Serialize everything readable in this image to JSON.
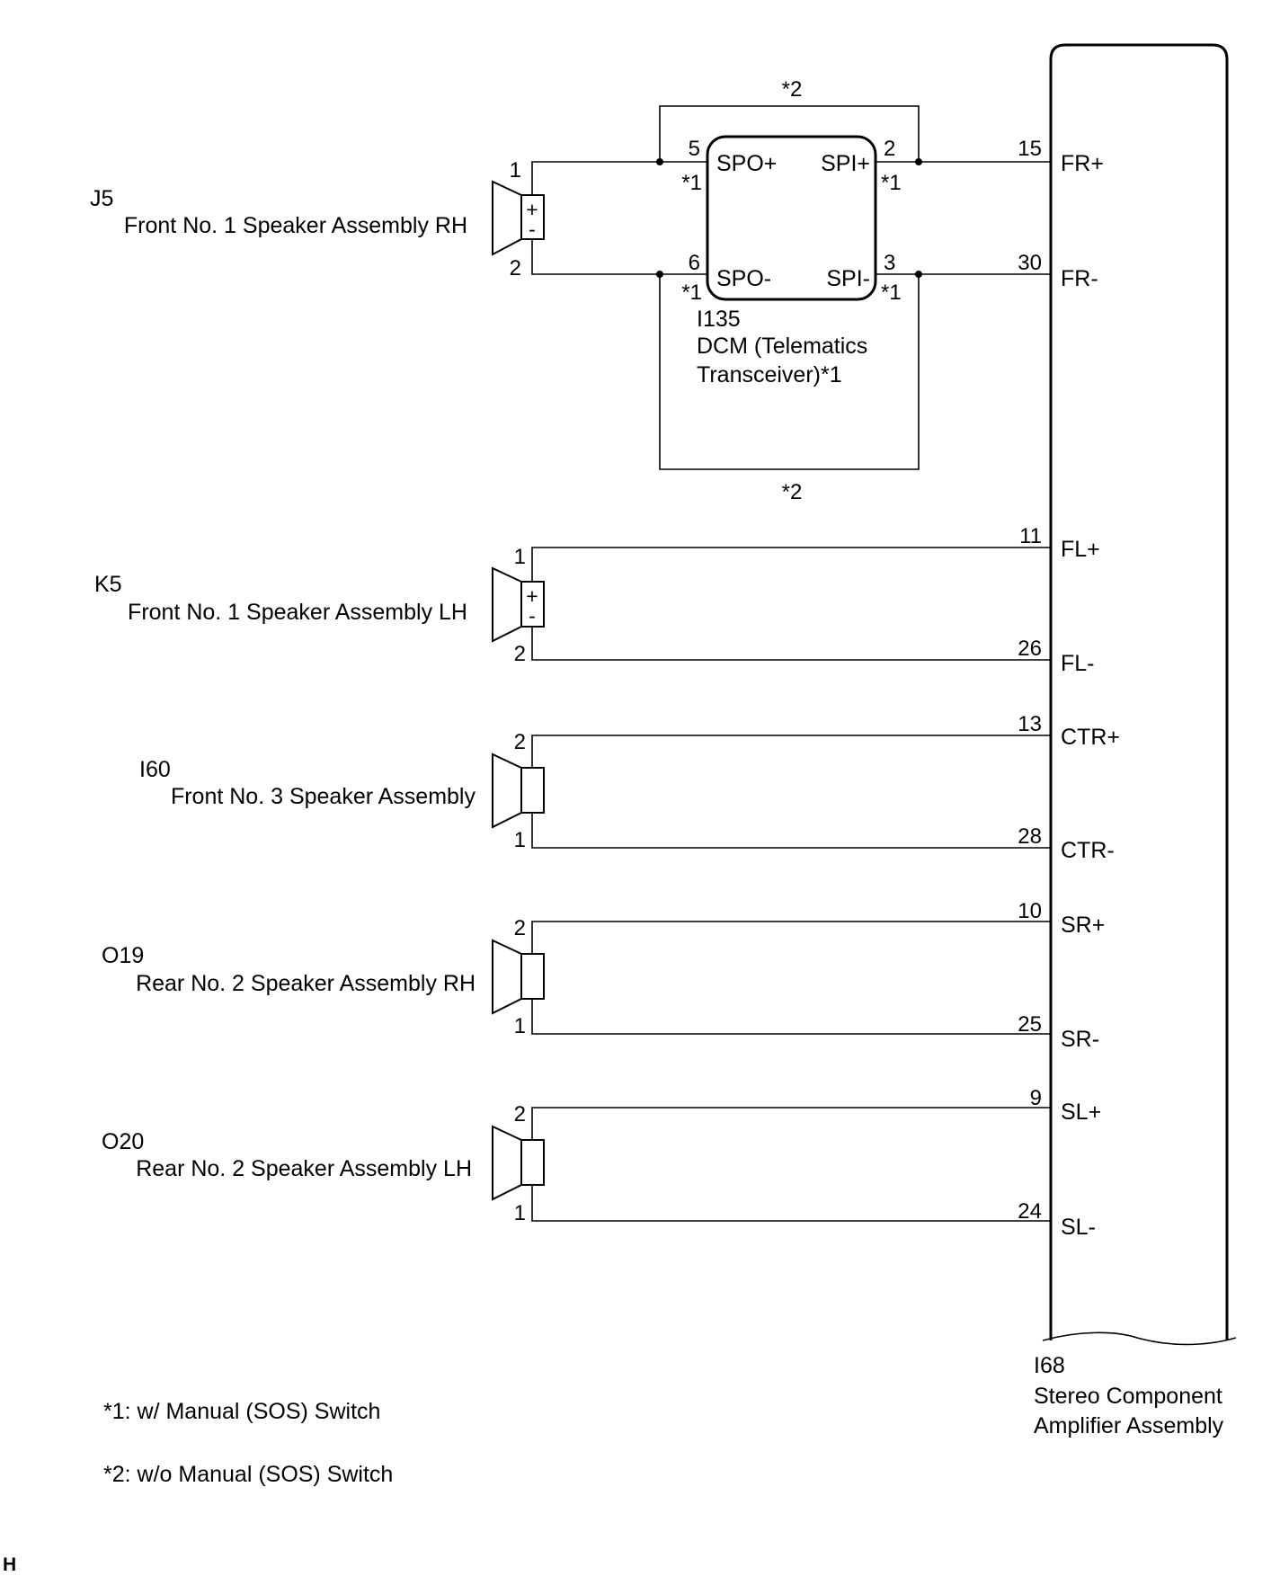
{
  "amplifier": {
    "code": "I68",
    "name_line1": "Stereo Component",
    "name_line2": "Amplifier Assembly",
    "terminals": [
      {
        "pin": "15",
        "label": "FR+"
      },
      {
        "pin": "30",
        "label": "FR-"
      },
      {
        "pin": "11",
        "label": "FL+"
      },
      {
        "pin": "26",
        "label": "FL-"
      },
      {
        "pin": "13",
        "label": "CTR+"
      },
      {
        "pin": "28",
        "label": "CTR-"
      },
      {
        "pin": "10",
        "label": "SR+"
      },
      {
        "pin": "25",
        "label": "SR-"
      },
      {
        "pin": "9",
        "label": "SL+"
      },
      {
        "pin": "24",
        "label": "SL-"
      }
    ]
  },
  "dcm": {
    "code": "I135",
    "name_line1": "DCM (Telematics",
    "name_line2": "Transceiver)*1",
    "spo_plus": "SPO+",
    "spi_plus": "SPI+",
    "spo_minus": "SPO-",
    "spi_minus": "SPI-",
    "pin_spo_plus": "5",
    "pin_spi_plus": "2",
    "pin_spo_minus": "6",
    "pin_spi_minus": "3",
    "mark1": "*1",
    "mark2": "*2"
  },
  "speakers": [
    {
      "code": "J5",
      "name": "Front No. 1 Speaker Assembly RH",
      "pin_top": "1",
      "pin_bottom": "2",
      "plus": "+",
      "minus": "-"
    },
    {
      "code": "K5",
      "name": "Front No. 1 Speaker Assembly LH",
      "pin_top": "1",
      "pin_bottom": "2",
      "plus": "+",
      "minus": "-"
    },
    {
      "code": "I60",
      "name": "Front No. 3 Speaker Assembly",
      "pin_top": "2",
      "pin_bottom": "1"
    },
    {
      "code": "O19",
      "name": "Rear No. 2 Speaker Assembly RH",
      "pin_top": "2",
      "pin_bottom": "1"
    },
    {
      "code": "O20",
      "name": "Rear No. 2 Speaker Assembly LH",
      "pin_top": "2",
      "pin_bottom": "1"
    }
  ],
  "notes": {
    "note1": "*1: w/ Manual (SOS) Switch",
    "note2": "*2: w/o Manual (SOS) Switch"
  },
  "corner_mark": "H"
}
